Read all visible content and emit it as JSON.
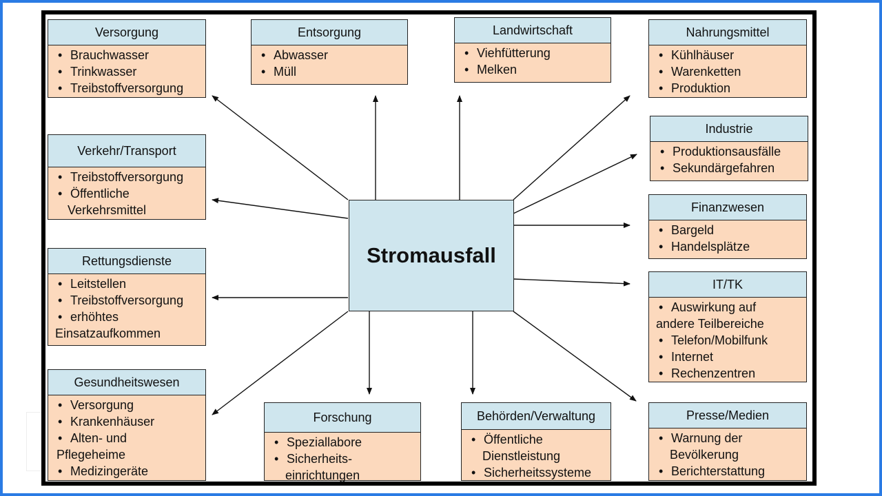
{
  "center": {
    "label": "Stromausfall"
  },
  "boxes": {
    "versorgung": {
      "title": "Versorgung",
      "items": [
        "Brauchwasser",
        "Trinkwasser",
        "Treibstoffversorgung"
      ]
    },
    "entsorgung": {
      "title": "Entsorgung",
      "items": [
        "Abwasser",
        "Müll"
      ]
    },
    "landwirtschaft": {
      "title": "Landwirtschaft",
      "items": [
        "Viehfütterung",
        "Melken"
      ]
    },
    "nahrungsmittel": {
      "title": "Nahrungsmittel",
      "items": [
        "Kühlhäuser",
        "Warenketten",
        "Produktion"
      ]
    },
    "verkehr": {
      "title": "Verkehr/Transport",
      "items": [
        "Treibstoffversorgung",
        "Öffentliche",
        "Verkehrsmittel"
      ]
    },
    "industrie": {
      "title": "Industrie",
      "items": [
        "Produktionsausfälle",
        "Sekundärgefahren"
      ]
    },
    "finanzwesen": {
      "title": "Finanzwesen",
      "items": [
        "Bargeld",
        "Handelsplätze"
      ]
    },
    "rettung": {
      "title": "Rettungsdienste",
      "items": [
        "Leitstellen",
        "Treibstoffversorgung",
        "erhöhtes",
        "Einsatzaufkommen"
      ]
    },
    "ittk": {
      "title": "IT/TK",
      "items": [
        "Auswirkung auf",
        "andere Teilbereiche",
        "Telefon/Mobilfunk",
        "Internet",
        "Rechenzentren"
      ]
    },
    "gesundheit": {
      "title": "Gesundheitswesen",
      "items": [
        "Versorgung",
        "Krankenhäuser",
        "Alten- und",
        "Pflegeheime",
        "Medizingeräte"
      ]
    },
    "forschung": {
      "title": "Forschung",
      "items": [
        "Speziallabore",
        "Sicherheits-",
        "einrichtungen"
      ]
    },
    "behoerden": {
      "title": "Behörden/Verwaltung",
      "items": [
        "Öffentliche",
        "Dienstleistung",
        "Sicherheitssysteme"
      ]
    },
    "presse": {
      "title": "Presse/Medien",
      "items": [
        "Warnung der",
        "Bevölkerung",
        "Berichterstattung"
      ]
    }
  }
}
